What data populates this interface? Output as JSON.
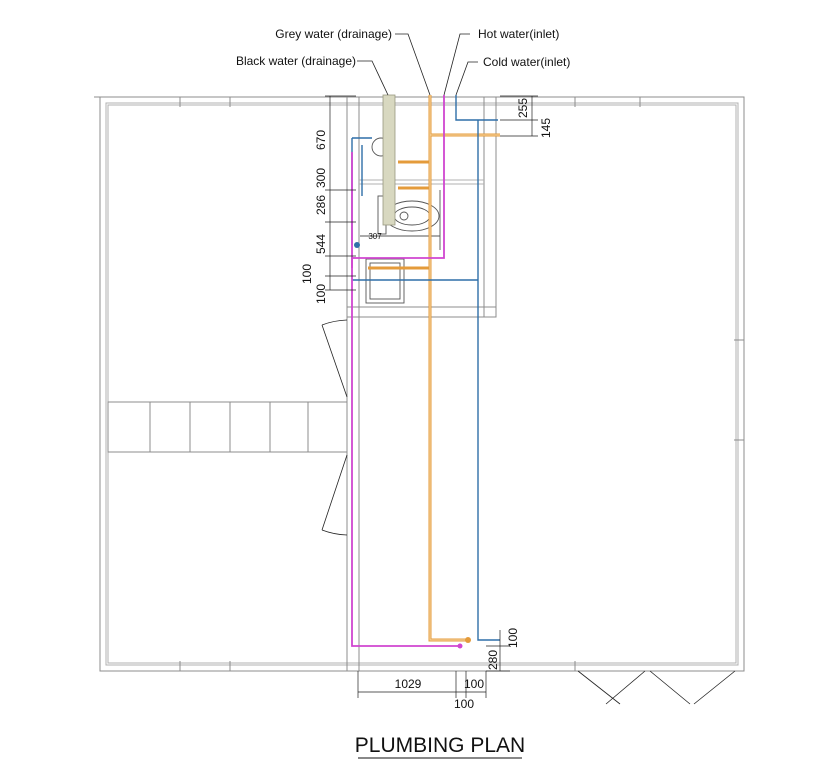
{
  "title": "PLUMBING PLAN",
  "legend": {
    "grey_water": "Grey water (drainage)",
    "black_water": "Black water (drainage)",
    "hot_water": "Hot water(inlet)",
    "cold_water": "Cold water(inlet)"
  },
  "dimensions": {
    "d670": "670",
    "d300": "300",
    "d286": "286",
    "d544": "544",
    "d100a": "100",
    "d100b": "100",
    "d307": "307",
    "d255": "255",
    "d145": "145",
    "d1029": "1029",
    "d100c": "100",
    "d100d": "100",
    "d100e": "100",
    "d280": "280"
  },
  "colors": {
    "grey_water": "#a8a878",
    "black_water": "#777777",
    "hot_water": "#e49b3b",
    "cold_water": "#2f6fa8",
    "purple_line": "#d046d0",
    "wall": "#8c8c8c"
  }
}
